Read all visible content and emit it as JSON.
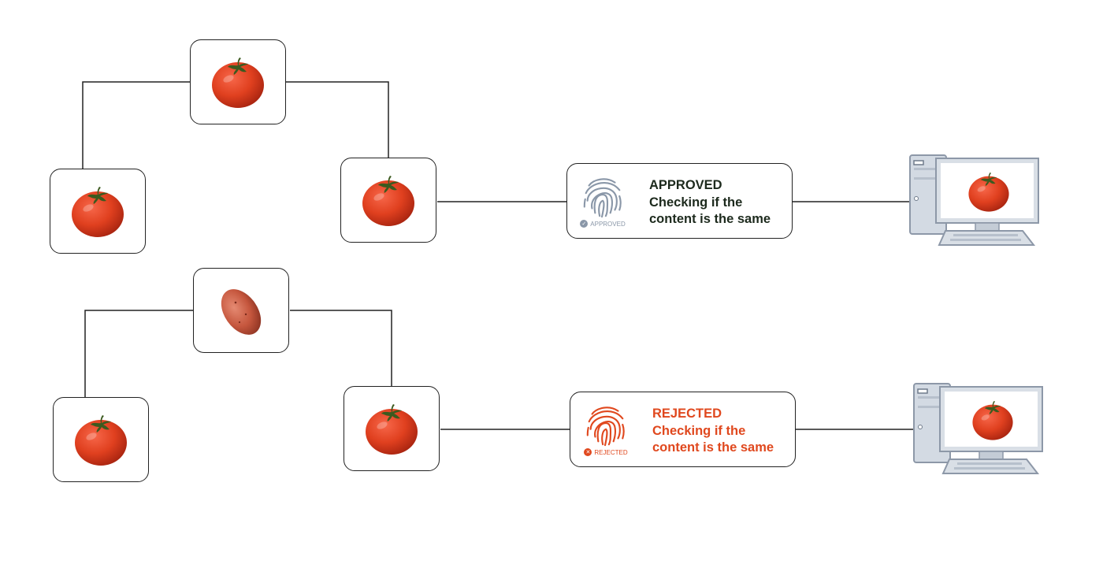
{
  "diagram": {
    "top_row": {
      "nodes": [
        {
          "item": "tomato"
        },
        {
          "item": "tomato"
        },
        {
          "item": "tomato"
        }
      ],
      "check": {
        "status": "APPROVED",
        "line1": "Checking if the",
        "line2": "content is the same",
        "stamp_label": "APPROVED",
        "color": "#1d2a1d",
        "icon_color": "#8a97a8"
      },
      "computer": {
        "screen_item": "tomato"
      }
    },
    "bottom_row": {
      "nodes": [
        {
          "item": "tomato"
        },
        {
          "item": "potato"
        },
        {
          "item": "tomato"
        }
      ],
      "check": {
        "status": "REJECTED",
        "line1": "Checking if the",
        "line2": "content is the same",
        "stamp_label": "REJECTED",
        "color": "#e0481e",
        "icon_color": "#e0481e"
      },
      "computer": {
        "screen_item": "tomato"
      }
    },
    "icons": {
      "tomato": "tomato-icon",
      "potato": "potato-icon",
      "fingerprint": "fingerprint-icon",
      "computer": "computer-icon"
    }
  }
}
